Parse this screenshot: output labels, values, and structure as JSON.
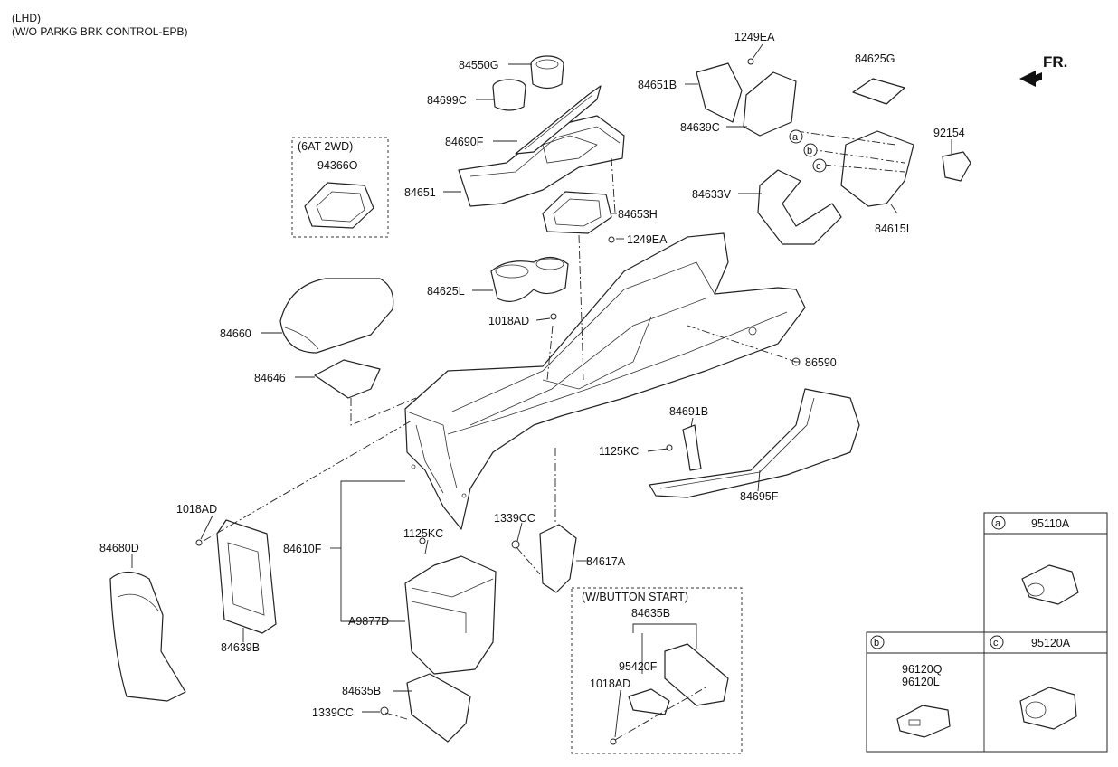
{
  "header": {
    "line1": "(LHD)",
    "line2": "(W/O PARKG BRK CONTROL-EPB)"
  },
  "direction": {
    "label": "FR."
  },
  "boxes": {
    "box_6at": "(6AT 2WD)",
    "box_button": "(W/BUTTON START)"
  },
  "labels": {
    "p84550G": "84550G",
    "p84699C": "84699C",
    "p84690F": "84690F",
    "p84651": "84651",
    "p84653H": "84653H",
    "p1249EA_mid": "1249EA",
    "p1249EA_top": "1249EA",
    "p84651B": "84651B",
    "p84639C": "84639C",
    "p84625G": "84625G",
    "p92154": "92154",
    "p84633V": "84633V",
    "p84615I": "84615I",
    "p94366O": "94366O",
    "p84625L": "84625L",
    "p1018AD_mid": "1018AD",
    "p84660": "84660",
    "p84646": "84646",
    "p86590": "86590",
    "p84691B": "84691B",
    "p1125KC_right": "1125KC",
    "p84695F": "84695F",
    "p1018AD_left": "1018AD",
    "p84680D": "84680D",
    "p84610F": "84610F",
    "p1339CC_mid": "1339CC",
    "p84617A": "84617A",
    "p1125KC_bin": "1125KC",
    "pA9877D": "A9877D",
    "p84639B": "84639B",
    "p84635B_low": "84635B",
    "p1339CC_low": "1339CC",
    "p84635B_box": "84635B",
    "p95420F": "95420F",
    "p1018AD_box": "1018AD"
  },
  "callouts": {
    "a": "a",
    "b": "b",
    "c": "c"
  },
  "legend": {
    "a_letter": "a",
    "a_part": "95110A",
    "b_letter": "b",
    "b_part1": "96120Q",
    "b_part2": "96120L",
    "c_letter": "c",
    "c_part": "95120A"
  }
}
